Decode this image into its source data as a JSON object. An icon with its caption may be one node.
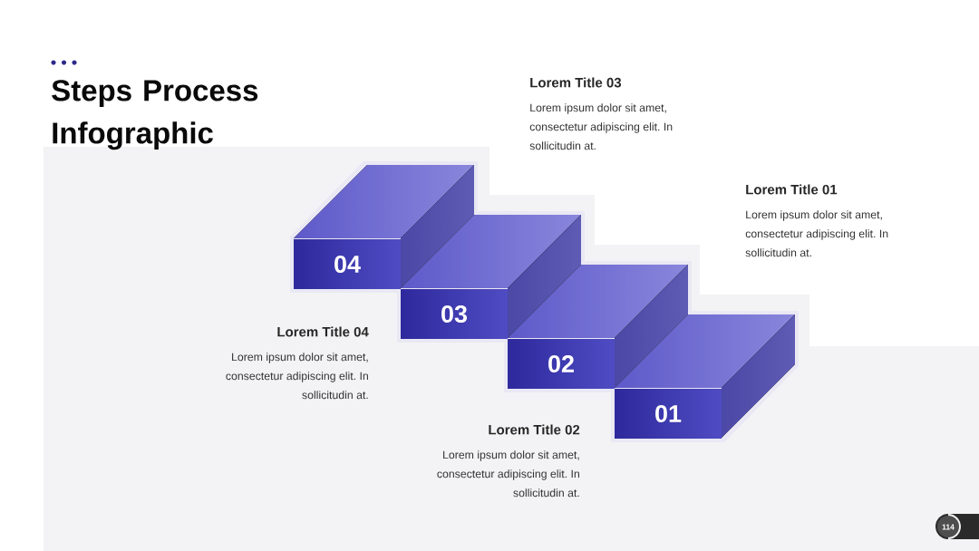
{
  "diagram": {
    "title": "Steps Process Infographic",
    "nodes": [
      {
        "text": [
          "04"
        ],
        "beside": [
          "Lorem Title 04",
          "Lorem ipsum dolor sit amet, consectetur adipiscing elit. In sollicitudin at."
        ]
      },
      {
        "text": [
          "03"
        ],
        "beside": [
          "Lorem Title 03",
          "Lorem ipsum dolor sit amet, consectetur adipiscing elit. In sollicitudin at."
        ]
      },
      {
        "text": [
          "02"
        ],
        "beside": [
          "Lorem Title 02",
          "Lorem ipsum dolor sit amet, consectetur adipiscing elit. In sollicitudin at."
        ]
      },
      {
        "text": [
          "01"
        ],
        "beside": [
          "Lorem Title 01",
          "Lorem ipsum dolor sit amet, consectetur adipiscing elit. In sollicitudin at."
        ]
      }
    ],
    "labels": [
      "114"
    ]
  }
}
